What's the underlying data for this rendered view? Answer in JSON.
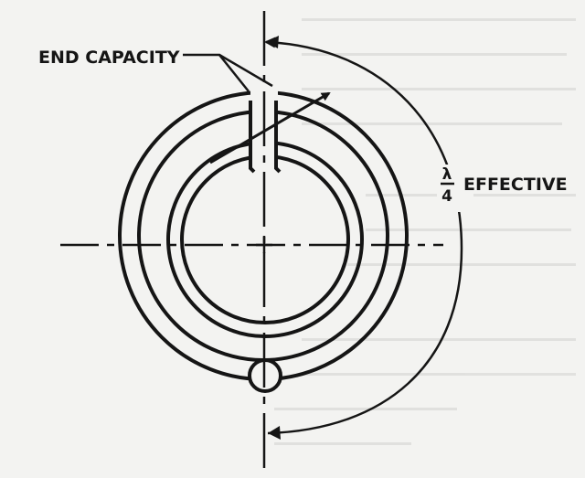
{
  "labels": {
    "end_capacity": "END CAPACITY",
    "fraction_numerator": "λ",
    "fraction_denominator": "4",
    "effective": "EFFECTIVE"
  },
  "colors": {
    "background": "#f3f3f1",
    "ink": "#151515",
    "bleed_through": "#c9c9c6"
  }
}
